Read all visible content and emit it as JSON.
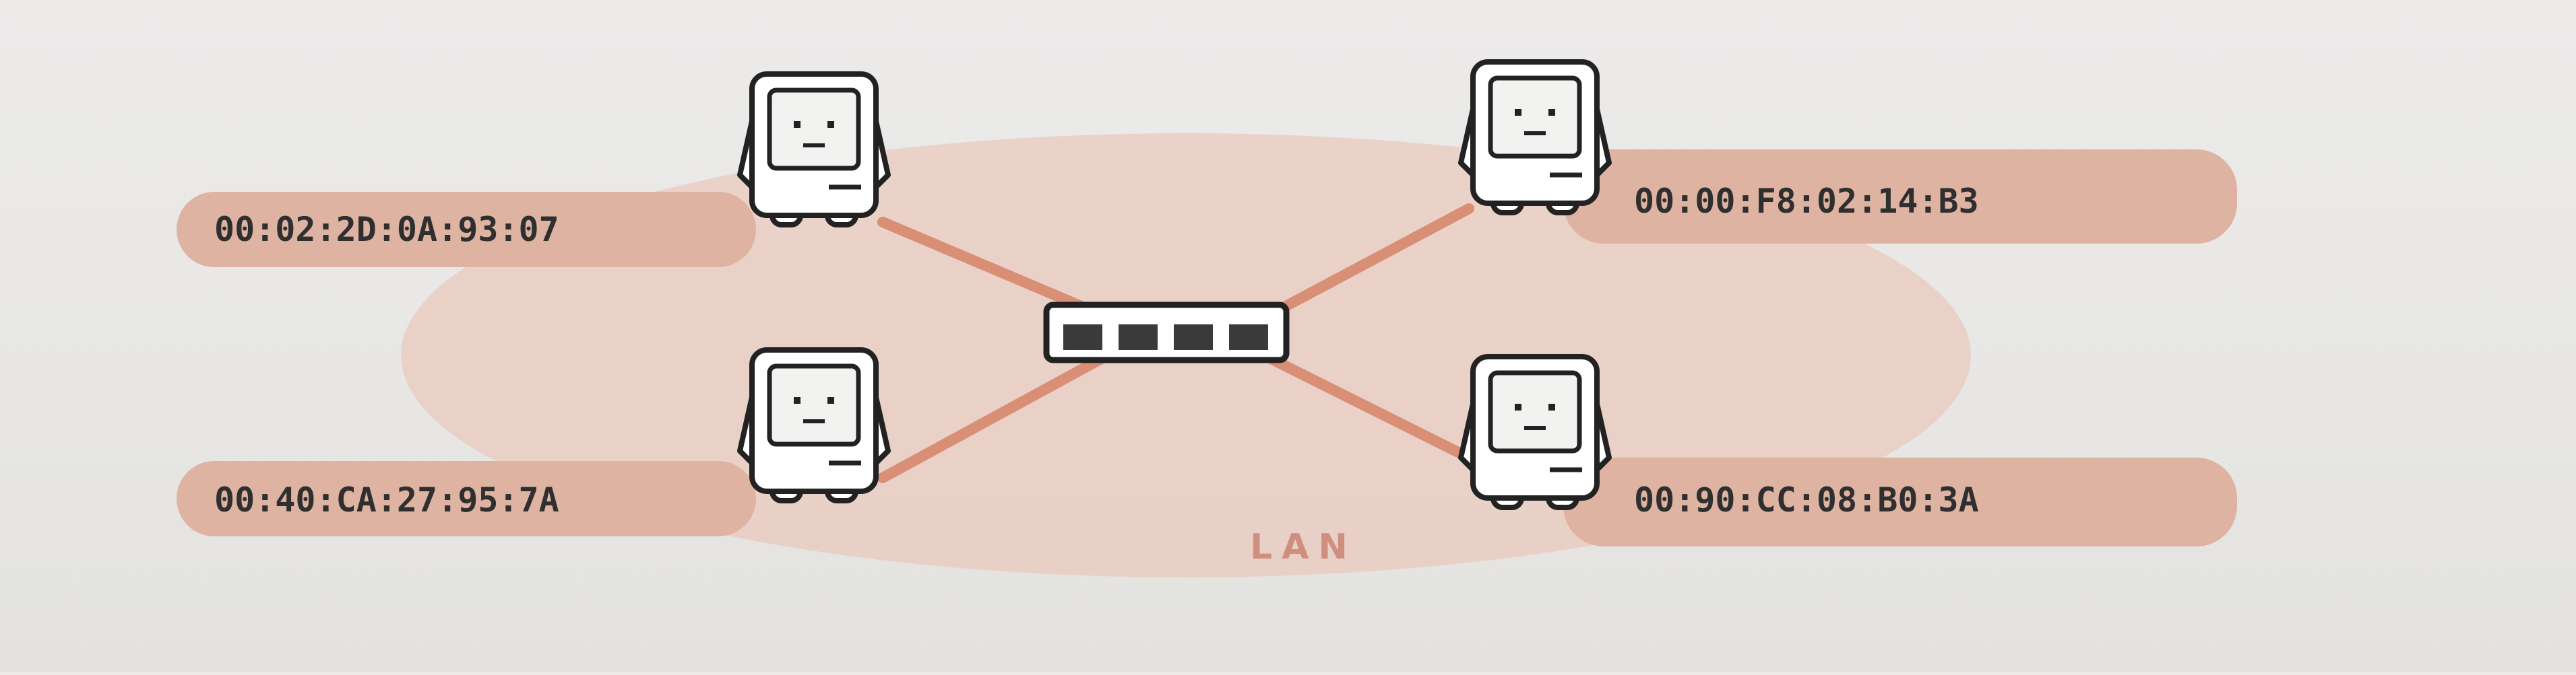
{
  "network": {
    "label": "LAN",
    "colors": {
      "lan_area": "#e9c9bd",
      "label_pill": "#deb3a2",
      "cable": "#d98f75",
      "outline": "#222222",
      "device_body": "#ffffff",
      "screen": "#f2f2f0",
      "page_background": "#ebeae8"
    },
    "hub": {
      "icon": "network-switch-icon",
      "ports": 4
    },
    "devices": [
      {
        "name": "computer-top-left",
        "icon": "computer-icon",
        "mac": "00:02:2D:0A:93:07"
      },
      {
        "name": "computer-bottom-left",
        "icon": "computer-icon",
        "mac": "00:40:CA:27:95:7A"
      },
      {
        "name": "computer-top-right",
        "icon": "computer-icon",
        "mac": "00:00:F8:02:14:B3"
      },
      {
        "name": "computer-bottom-right",
        "icon": "computer-icon",
        "mac": "00:90:CC:08:B0:3A"
      }
    ]
  }
}
